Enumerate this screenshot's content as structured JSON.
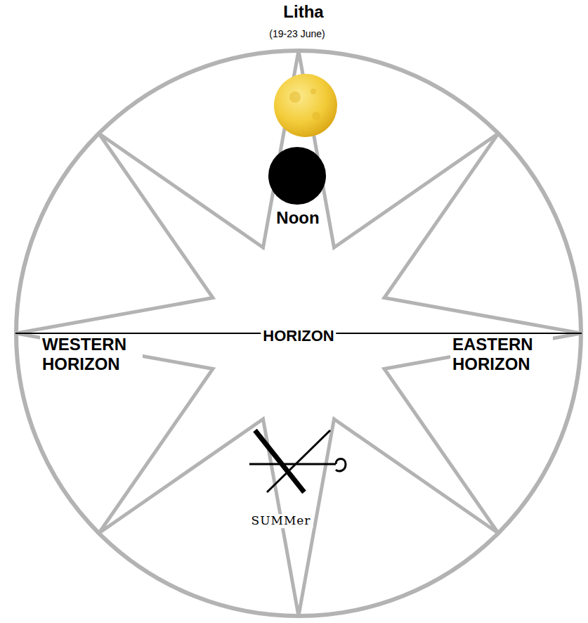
{
  "diagram": {
    "title": "Litha",
    "labels": [
      "(19-23 June)",
      "Noon",
      "HORIZON",
      "WESTERN HORIZON",
      "EASTERN HORIZON",
      "SUMMer"
    ]
  }
}
